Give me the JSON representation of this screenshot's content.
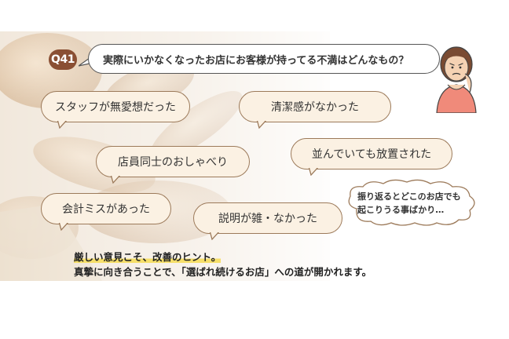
{
  "question": {
    "badge": "Q41",
    "text": "実際にいかなくなったお店にお客様が持ってる不満はどんなもの？"
  },
  "complaints": [
    "スタッフが無愛想だった",
    "清潔感がなかった",
    "店員同士のおしゃべり",
    "並んでいても放置された",
    "会計ミスがあった",
    "説明が雑・なかった"
  ],
  "note": {
    "line1": "振り返るとどこのお店でも",
    "line2": "起こりうる事ばかり…"
  },
  "conclusion": {
    "line1": "厳しい意見こそ、改善のヒント。",
    "line2": "真摯に向き合うことで、「選ばれ続けるお店」への道が開かれます。"
  },
  "colors": {
    "badge": "#8a4f33",
    "bubble_fill": "#fbf1e3",
    "bubble_border": "#9c7a5a",
    "highlight": "#f6df6a"
  },
  "icons": {
    "avatar": "worried-woman-icon",
    "background": "bread-photo"
  }
}
